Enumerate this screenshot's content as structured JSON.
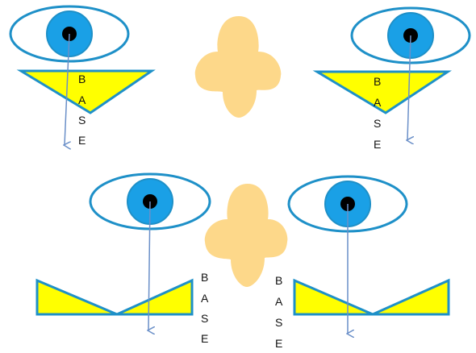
{
  "labels": {
    "prism_top_left": [
      "B",
      "A",
      "S",
      "E"
    ],
    "prism_top_right": [
      "B",
      "A",
      "S",
      "E"
    ],
    "prism_bottom_left": [
      "B",
      "A",
      "S",
      "E"
    ],
    "prism_bottom_right": [
      "B",
      "A",
      "S",
      "E"
    ]
  },
  "colors": {
    "eye_outline": "#1e90c8",
    "iris": "#1aa0e6",
    "pupil": "#000000",
    "prism_fill": "#ffff00",
    "prism_outline": "#1e90c8",
    "nose": "#fdd88a",
    "arrow": "#6a8fc8"
  }
}
